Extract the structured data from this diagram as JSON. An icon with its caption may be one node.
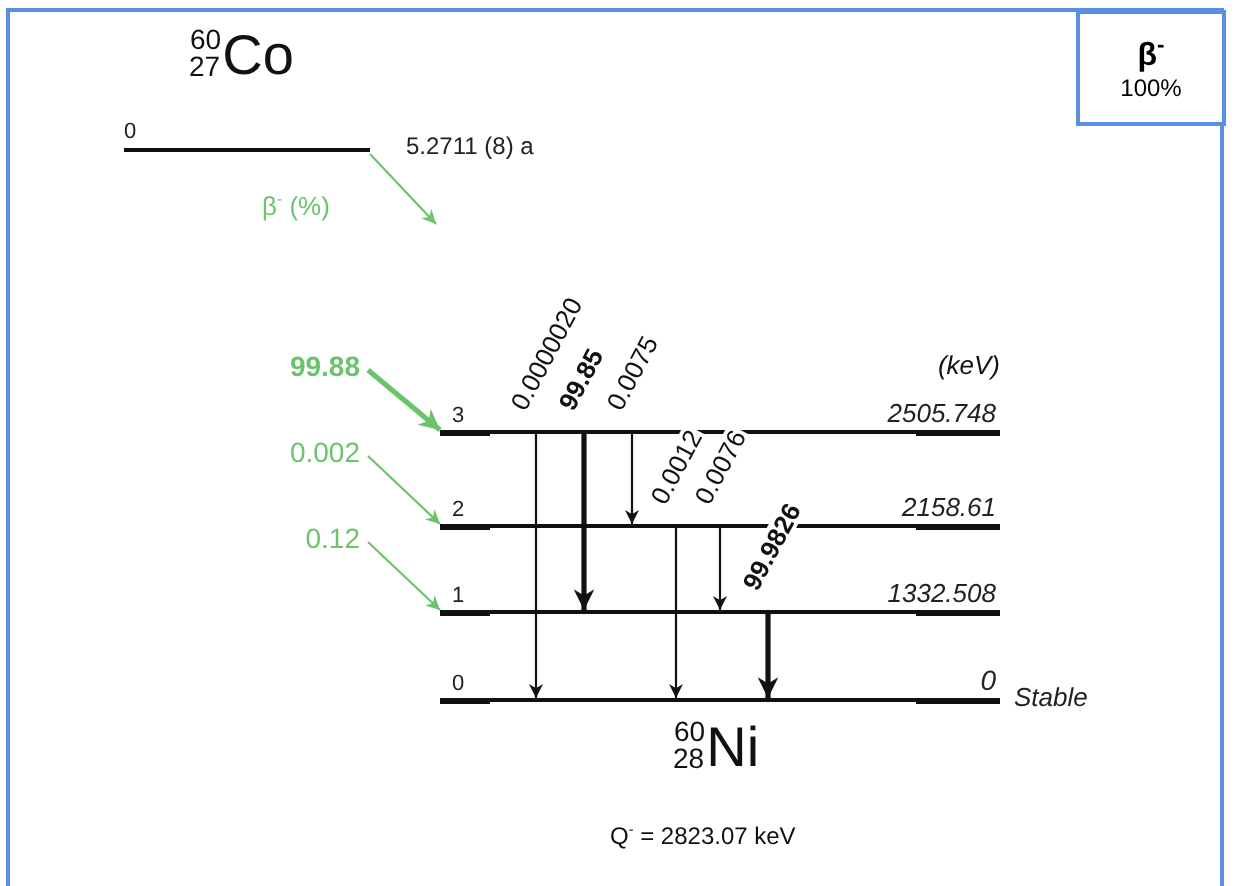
{
  "diagram": {
    "nodes": [
      {
        "text": [],
        "shape": "bar",
        "beside": [
          "0",
          "5.2711 (8) a"
        ]
      },
      {
        "text": [],
        "shape": "bar",
        "beside": [
          "3",
          "2505.748"
        ]
      },
      {
        "text": [],
        "shape": "bar",
        "beside": [
          "2",
          "2158.61"
        ]
      },
      {
        "text": [],
        "shape": "bar",
        "beside": [
          "1",
          "1332.508"
        ]
      },
      {
        "text": [],
        "shape": "bar",
        "beside": [
          "0",
          "0",
          "Stable"
        ]
      },
      {
        "text": [
          "99.88"
        ]
      },
      {
        "text": [
          "0.002"
        ]
      },
      {
        "text": [
          "0.12"
        ]
      },
      {
        "text": [
          "β$^{-}$",
          "100%"
        ]
      }
    ],
    "edges": [
      {
        "from": 0,
        "to": null,
        "arrow": "to",
        "label": "β$^{-}$ (%)",
        "color": "#6cc36c"
      },
      {
        "from": 5,
        "to": 1,
        "arrow": "to",
        "style": "thick",
        "color": "#6cc36c"
      },
      {
        "from": 6,
        "to": 2,
        "arrow": "to",
        "color": "#6cc36c"
      },
      {
        "from": 7,
        "to": 3,
        "arrow": "to",
        "color": "#6cc36c"
      },
      {
        "from": 1,
        "to": 4,
        "arrow": "to",
        "label": "0.0000020"
      },
      {
        "from": 1,
        "to": 3,
        "arrow": "to",
        "label": "99.85",
        "style": "thick"
      },
      {
        "from": 1,
        "to": 2,
        "arrow": "to",
        "label": "0.0075"
      },
      {
        "from": 2,
        "to": 4,
        "arrow": "to",
        "label": "0.0012"
      },
      {
        "from": 2,
        "to": 3,
        "arrow": "to",
        "label": "0.0076"
      },
      {
        "from": 3,
        "to": 4,
        "arrow": "to",
        "label": "99.9826",
        "style": "thick"
      }
    ],
    "labels": [
      "$^{60}$$_{27}$Co",
      "(keV)",
      "$^{60}$$_{28}$Ni",
      "Q$^{-}$ = 2823.07 keV"
    ]
  }
}
